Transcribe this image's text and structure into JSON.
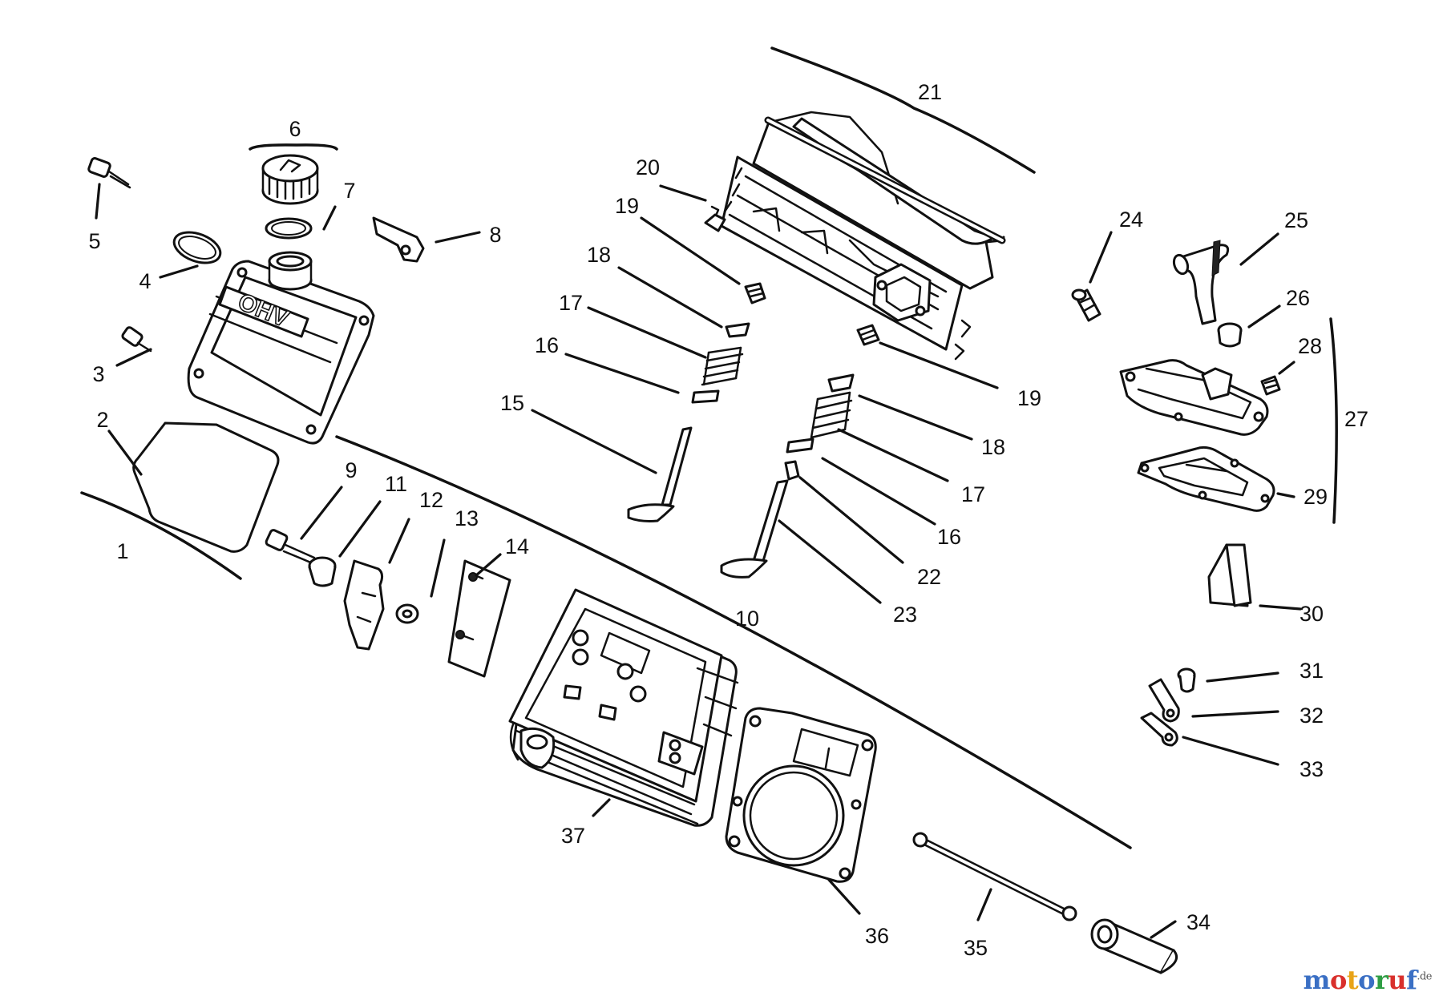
{
  "callouts": [
    {
      "id": "1",
      "text": "1"
    },
    {
      "id": "2",
      "text": "2"
    },
    {
      "id": "3",
      "text": "3"
    },
    {
      "id": "4",
      "text": "4"
    },
    {
      "id": "5",
      "text": "5"
    },
    {
      "id": "6",
      "text": "6"
    },
    {
      "id": "7",
      "text": "7"
    },
    {
      "id": "8",
      "text": "8"
    },
    {
      "id": "9",
      "text": "9"
    },
    {
      "id": "10",
      "text": "10"
    },
    {
      "id": "11",
      "text": "11"
    },
    {
      "id": "12",
      "text": "12"
    },
    {
      "id": "13",
      "text": "13"
    },
    {
      "id": "14",
      "text": "14"
    },
    {
      "id": "15",
      "text": "15"
    },
    {
      "id": "16a",
      "text": "16"
    },
    {
      "id": "16b",
      "text": "16"
    },
    {
      "id": "17a",
      "text": "17"
    },
    {
      "id": "17b",
      "text": "17"
    },
    {
      "id": "18a",
      "text": "18"
    },
    {
      "id": "18b",
      "text": "18"
    },
    {
      "id": "19a",
      "text": "19"
    },
    {
      "id": "19b",
      "text": "19"
    },
    {
      "id": "20",
      "text": "20"
    },
    {
      "id": "21",
      "text": "21"
    },
    {
      "id": "22",
      "text": "22"
    },
    {
      "id": "23",
      "text": "23"
    },
    {
      "id": "24",
      "text": "24"
    },
    {
      "id": "25",
      "text": "25"
    },
    {
      "id": "26",
      "text": "26"
    },
    {
      "id": "27",
      "text": "27"
    },
    {
      "id": "28",
      "text": "28"
    },
    {
      "id": "29",
      "text": "29"
    },
    {
      "id": "30",
      "text": "30"
    },
    {
      "id": "31",
      "text": "31"
    },
    {
      "id": "32",
      "text": "32"
    },
    {
      "id": "33",
      "text": "33"
    },
    {
      "id": "34",
      "text": "34"
    },
    {
      "id": "35",
      "text": "35"
    },
    {
      "id": "36",
      "text": "36"
    },
    {
      "id": "37",
      "text": "37"
    }
  ],
  "valve_cover_emboss": "OHV",
  "watermark": {
    "letters": [
      {
        "char": "m",
        "color": "#3a6fc4"
      },
      {
        "char": "o",
        "color": "#d9302c"
      },
      {
        "char": "t",
        "color": "#e8a317"
      },
      {
        "char": "o",
        "color": "#3a6fc4"
      },
      {
        "char": "r",
        "color": "#2f9e44"
      },
      {
        "char": "u",
        "color": "#d9302c"
      },
      {
        "char": "f",
        "color": "#3a6fc4"
      }
    ],
    "tld": ".de"
  }
}
